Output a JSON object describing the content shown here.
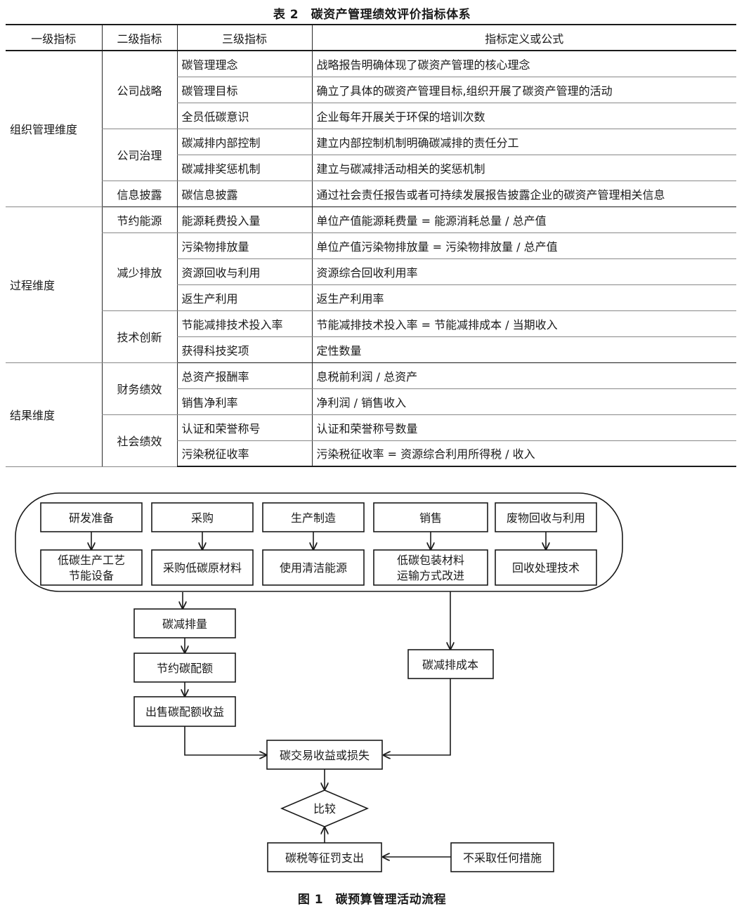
{
  "table": {
    "caption": "表 2　碳资产管理绩效评价指标体系",
    "headers": [
      "一级指标",
      "二级指标",
      "三级指标",
      "指标定义或公式"
    ],
    "groups": [
      {
        "level1": "组织管理维度",
        "subgroups": [
          {
            "level2": "公司战略",
            "rows": [
              {
                "level3": "碳管理理念",
                "definition": "战略报告明确体现了碳资产管理的核心理念"
              },
              {
                "level3": "碳管理目标",
                "definition": "确立了具体的碳资产管理目标,组织开展了碳资产管理的活动"
              },
              {
                "level3": "全员低碳意识",
                "definition": "企业每年开展关于环保的培训次数"
              }
            ]
          },
          {
            "level2": "公司治理",
            "rows": [
              {
                "level3": "碳减排内部控制",
                "definition": "建立内部控制机制明确碳减排的责任分工"
              },
              {
                "level3": "碳减排奖惩机制",
                "definition": "建立与碳减排活动相关的奖惩机制"
              }
            ]
          },
          {
            "level2": "信息披露",
            "rows": [
              {
                "level3": "碳信息披露",
                "definition": "通过社会责任报告或者可持续发展报告披露企业的碳资产管理相关信息"
              }
            ]
          }
        ]
      },
      {
        "level1": "过程维度",
        "subgroups": [
          {
            "level2": "节约能源",
            "rows": [
              {
                "level3": "能源耗费投入量",
                "definition": "单位产值能源耗费量 = 能源消耗总量 / 总产值"
              }
            ]
          },
          {
            "level2": "减少排放",
            "rows": [
              {
                "level3": "污染物排放量",
                "definition": "单位产值污染物排放量 = 污染物排放量 / 总产值"
              },
              {
                "level3": "资源回收与利用",
                "definition": "资源综合回收利用率"
              },
              {
                "level3": "返生产利用",
                "definition": "返生产利用率"
              }
            ]
          },
          {
            "level2": "技术创新",
            "rows": [
              {
                "level3": "节能减排技术投入率",
                "definition": "节能减排技术投入率 = 节能减排成本 / 当期收入"
              },
              {
                "level3": "获得科技奖项",
                "definition": "定性数量"
              }
            ]
          }
        ]
      },
      {
        "level1": "结果维度",
        "subgroups": [
          {
            "level2": "财务绩效",
            "rows": [
              {
                "level3": "总资产报酬率",
                "definition": "息税前利润 / 总资产"
              },
              {
                "level3": "销售净利率",
                "definition": "净利润 / 销售收入"
              }
            ]
          },
          {
            "level2": "社会绩效",
            "rows": [
              {
                "level3": "认证和荣誉称号",
                "definition": "认证和荣誉称号数量"
              },
              {
                "level3": "污染税征收率",
                "definition": "污染税征收率 = 资源综合利用所得税 / 收入"
              }
            ]
          }
        ]
      }
    ]
  },
  "flowchart": {
    "stages": [
      {
        "name": "研发准备",
        "measure": [
          "低碳生产工艺",
          "节能设备"
        ]
      },
      {
        "name": "采购",
        "measure": [
          "采购低碳原材料"
        ]
      },
      {
        "name": "生产制造",
        "measure": [
          "使用清洁能源"
        ]
      },
      {
        "name": "销售",
        "measure": [
          "低碳包装材料",
          "运输方式改进"
        ]
      },
      {
        "name": "废物回收与利用",
        "measure": [
          "回收处理技术"
        ]
      }
    ],
    "reduction_amount": "碳减排量",
    "quota_saving": "节约碳配额",
    "quota_income": "出售碳配额收益",
    "reduction_cost": "碳减排成本",
    "trade_result": "碳交易收益或损失",
    "compare": "比较",
    "penalty": "碳税等征罚支出",
    "no_action": "不采取任何措施",
    "caption": "图 1　碳预算管理活动流程"
  }
}
